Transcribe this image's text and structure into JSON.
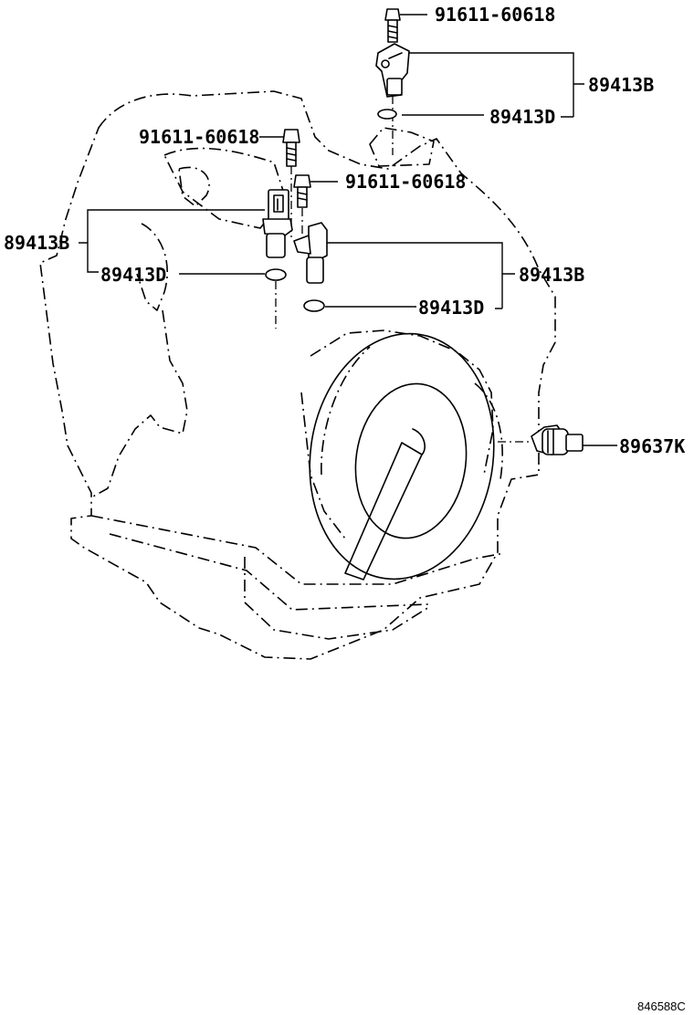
{
  "callouts": {
    "bolt_top": "91611-60618",
    "sensor_top": "89413B",
    "oring_top": "89413D",
    "bolt_left": "91611-60618",
    "bolt_mid": "91611-60618",
    "sensor_left": "89413B",
    "oring_left": "89413D",
    "sensor_right": "89413B",
    "oring_right": "89413D",
    "pressure_switch": "89637K"
  },
  "figure_id": "846588C"
}
